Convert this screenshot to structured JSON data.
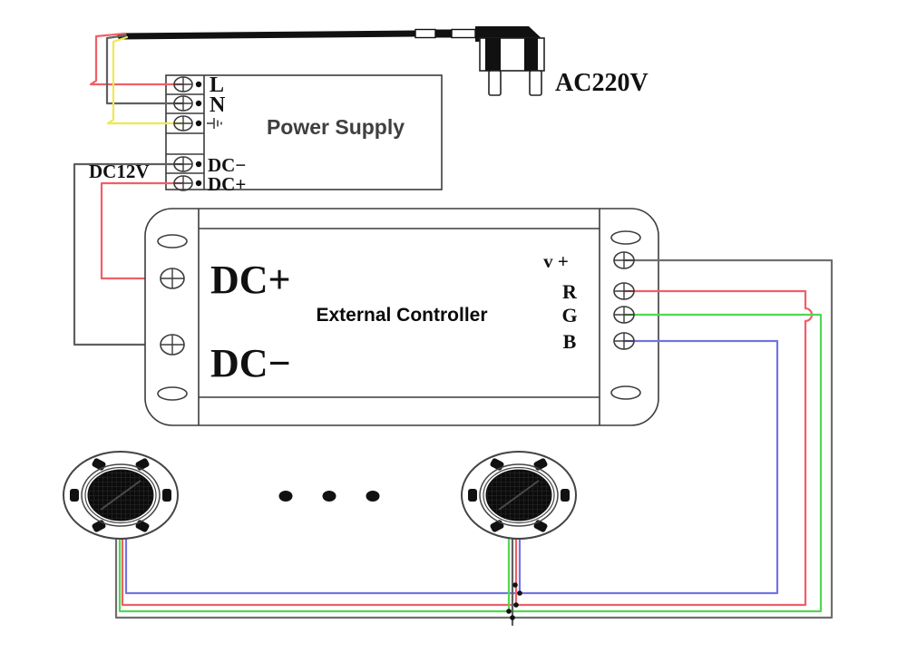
{
  "colors": {
    "wire_red": "#ef5f66",
    "wire_yellow": "#efe84f",
    "wire_gray": "#5f5f5f",
    "wire_green": "#50d850",
    "wire_blue": "#7373e3",
    "bus_gray": "#6f6f6f",
    "cord_black": "#111111",
    "outline": "#3c3c3c",
    "label_red": "#f00000",
    "label_green": "#00cc00",
    "label_blue": "#1414e6"
  },
  "plug": {
    "voltage_label": "AC220V"
  },
  "power_supply": {
    "title": "Power Supply",
    "output_label": "DC12V",
    "terminals": [
      {
        "label": "L"
      },
      {
        "label": "N"
      },
      {
        "label": "⏚"
      },
      {
        "label": "DC−"
      },
      {
        "label": "DC+"
      }
    ]
  },
  "controller": {
    "title": "External Controller",
    "input_terminals": [
      {
        "label": "DC+"
      },
      {
        "label": "DC−"
      }
    ],
    "output_terminals": [
      {
        "label": "v +",
        "color": "#111111"
      },
      {
        "label": "R",
        "color": "#f00000"
      },
      {
        "label": "G",
        "color": "#00cc00"
      },
      {
        "label": "B",
        "color": "#1414e6"
      }
    ]
  },
  "lights": {
    "fixtures_shown": 2,
    "ellipsis_dots": 3
  }
}
